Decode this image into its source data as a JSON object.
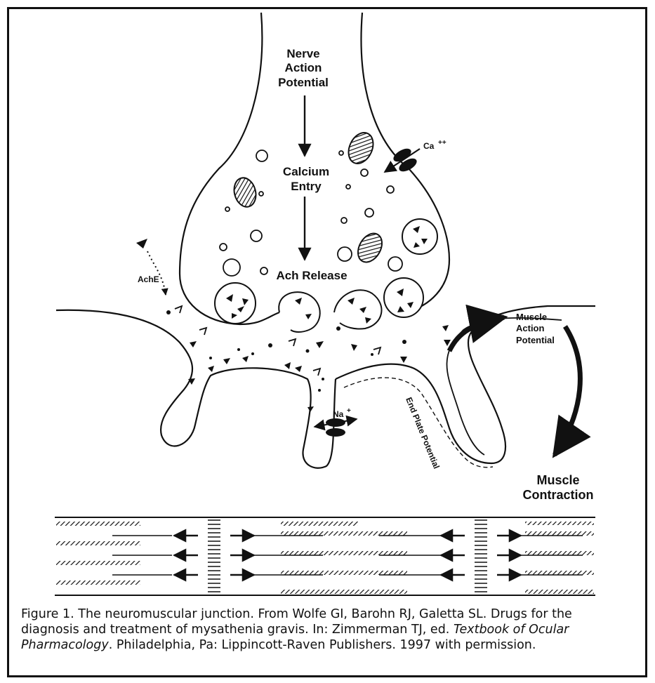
{
  "labels": {
    "nerve_action_1": "Nerve",
    "nerve_action_2": "Action",
    "nerve_action_3": "Potential",
    "calcium_1": "Calcium",
    "calcium_2": "Entry",
    "ach_release": "Ach Release",
    "ca": "Ca",
    "ca_charge": "++",
    "ache": "AchE",
    "na": "Na",
    "na_charge": "+",
    "muscle_ap_1": "Muscle",
    "muscle_ap_2": "Action",
    "muscle_ap_3": "Potential",
    "end_plate": "End Plate Potential",
    "contraction_1": "Muscle",
    "contraction_2": "Contraction"
  },
  "caption": {
    "part1": "Figure 1. The neuromuscular junction.  From Wolfe GI, Barohn RJ, Galetta SL.  Drugs for the diagnosis and treatment of mysathenia gravis.  In: Zimmerman TJ, ed. ",
    "book": "Textbook of Ocular Pharmacology",
    "part2": ". Philadelphia, Pa: Lippincott-Raven Publishers. 1997 with permission."
  }
}
